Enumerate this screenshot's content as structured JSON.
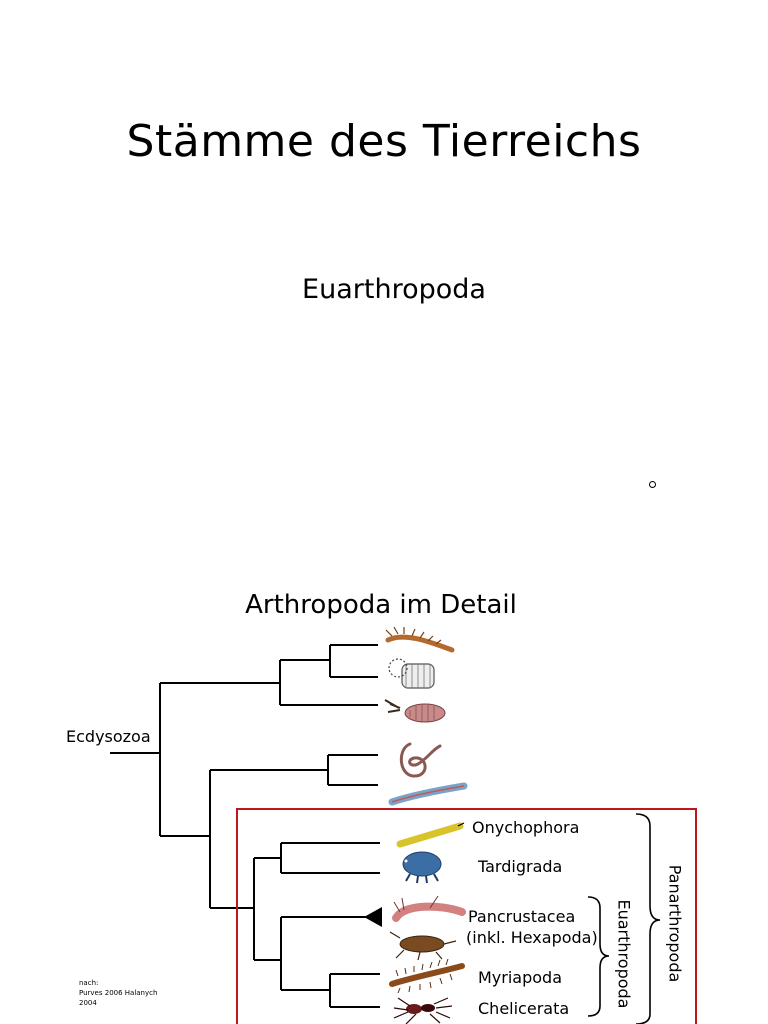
{
  "slide": {
    "title": "Stämme des Tierreichs",
    "subtitle": "Euarthropoda",
    "marker": "°"
  },
  "tree": {
    "heading": "Arthropoda im Detail",
    "root_label": "Ecdysozoa",
    "taxa": [
      {
        "name": "Onychophora",
        "icon": "velvet-worm-icon"
      },
      {
        "name": "Tardigrada",
        "icon": "tardigrade-icon"
      },
      {
        "name": "Pancrustacea",
        "note": "(inkl. Hexapoda)",
        "icon": "shrimp-icon"
      },
      {
        "name": "Myriapoda",
        "icon": "centipede-icon"
      },
      {
        "name": "Chelicerata",
        "icon": "spider-icon"
      }
    ],
    "group_labels": {
      "inner": "Euarthropoda",
      "outer": "Panarthropoda"
    },
    "highlight_color": "#c0161b",
    "credit": {
      "line1": "nach:",
      "line2": "Purves 2006 Halanych",
      "line3": "2004"
    }
  }
}
